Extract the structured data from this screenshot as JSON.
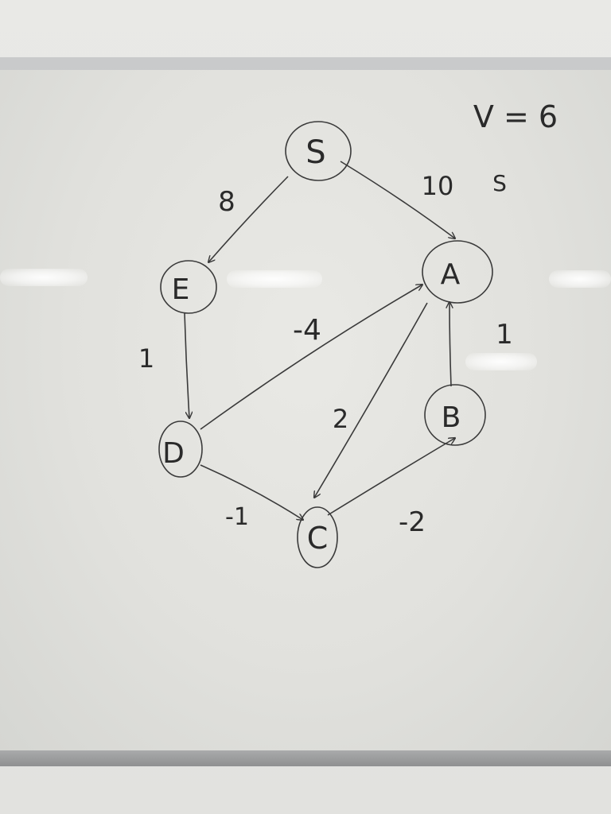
{
  "note": "V = 6",
  "nodes": [
    {
      "id": "S",
      "label": "S"
    },
    {
      "id": "E",
      "label": "E"
    },
    {
      "id": "A",
      "label": "A"
    },
    {
      "id": "D",
      "label": "D"
    },
    {
      "id": "B",
      "label": "B"
    },
    {
      "id": "C",
      "label": "C"
    }
  ],
  "edges": [
    {
      "from": "S",
      "to": "E",
      "weight": "8"
    },
    {
      "from": "S",
      "to": "A",
      "weight": "10"
    },
    {
      "from": "E",
      "to": "D",
      "weight": "1"
    },
    {
      "from": "D",
      "to": "A",
      "weight": "-4"
    },
    {
      "from": "A",
      "to": "C",
      "weight": "2"
    },
    {
      "from": "B",
      "to": "A",
      "weight": "1"
    },
    {
      "from": "D",
      "to": "C",
      "weight": "-1"
    },
    {
      "from": "C",
      "to": "B",
      "weight": "-2"
    }
  ],
  "stray_marks": [
    "S"
  ]
}
